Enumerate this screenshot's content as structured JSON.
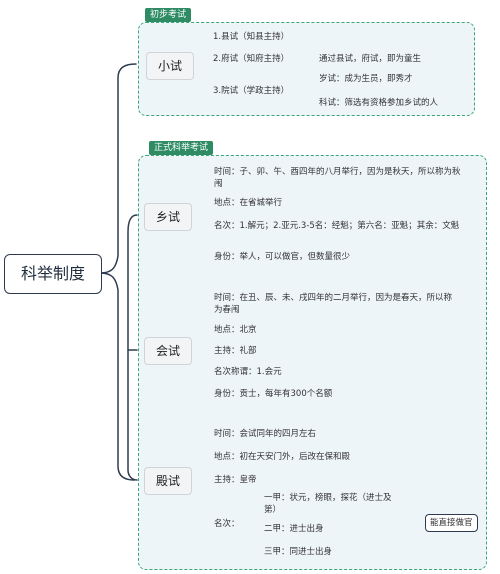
{
  "root": "科举制度",
  "groups": {
    "prelim": {
      "tag": "初步考试",
      "name": "小试",
      "items": [
        "1.县试（知县主持）",
        "2.府试（知府主持）",
        "3.院试（学政主持）"
      ],
      "fu_note": "通过县试，府试，即为童生",
      "yuan_notes": [
        "岁试：成为生员，即秀才",
        "科试：筛选有资格参加乡试的人"
      ]
    },
    "formal": {
      "tag": "正式科举考试",
      "xiang": {
        "name": "乡试",
        "time": "时间：子、卯、午、酉四年的八月举行，因为是秋天，所以称为秋闱",
        "place": "地点：在省城举行",
        "rank": "名次：1.解元；2.亚元.3-5名：经魁；第六名：亚魁；其余：文魁",
        "status": "身份：举人，可以做官，但数量很少"
      },
      "hui": {
        "name": "会试",
        "time": "时间：在丑、辰、未、戌四年的二月举行，因为是春天，所以称为春闱",
        "place": "地点：北京",
        "host": "主持：礼部",
        "rank": "名次称谓：1.会元",
        "status": "身份：贡士，每年有300个名额"
      },
      "dian": {
        "name": "殿试",
        "time": "时间：会试同年的四月左右",
        "place": "地点：初在天安门外，后改在保和殿",
        "host": "主持：皇帝",
        "rank_label": "名次：",
        "ranks": [
          "一甲：状元，榜眼，探花（进士及第）",
          "二甲：进士出身",
          "三甲：同进士出身"
        ],
        "note": "能直接做官"
      }
    }
  }
}
